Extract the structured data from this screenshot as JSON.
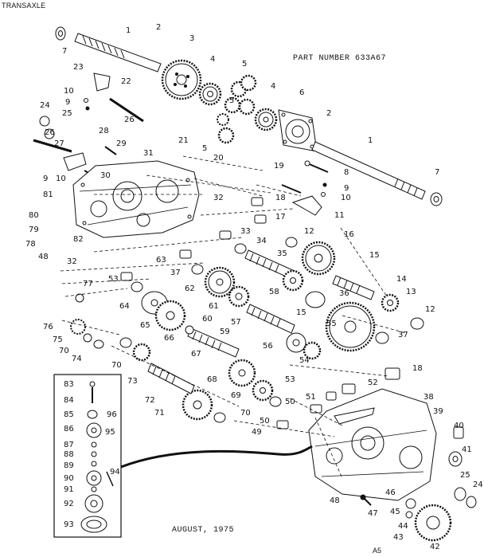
{
  "header": {
    "section_title": "TRANSAXLE",
    "part_number": "PART NUMBER 633A67"
  },
  "footer": {
    "date": "AUGUST, 1975",
    "page_code": "A5"
  },
  "callouts": {
    "c1a": "1",
    "c1b": "1",
    "c2a": "2",
    "c2b": "2",
    "c3": "3",
    "c4a": "4",
    "c4b": "4",
    "c5a": "5",
    "c5b": "5",
    "c5c": "5",
    "c6": "6",
    "c7a": "7",
    "c7b": "7",
    "c8": "8",
    "c9a": "9",
    "c9b": "9",
    "c9c": "9",
    "c10a": "10",
    "c10b": "10",
    "c10c": "10",
    "c11": "11",
    "c12a": "12",
    "c12b": "12",
    "c13": "13",
    "c14": "14",
    "c15a": "15",
    "c15b": "15",
    "c16": "16",
    "c17": "17",
    "c18a": "18",
    "c18b": "18",
    "c19": "19",
    "c20": "20",
    "c21": "21",
    "c22": "22",
    "c23": "23",
    "c24a": "24",
    "c24b": "24",
    "c25a": "25",
    "c25b": "25",
    "c26a": "26",
    "c26b": "26",
    "c27": "27",
    "c28": "28",
    "c29": "29",
    "c30": "30",
    "c31": "31",
    "c32a": "32",
    "c32b": "32",
    "c33": "33",
    "c34": "34",
    "c35": "35",
    "c36": "36",
    "c37a": "37",
    "c37b": "37",
    "c38": "38",
    "c39": "39",
    "c40": "40",
    "c41": "41",
    "c42": "42",
    "c43": "43",
    "c44": "44",
    "c45": "45",
    "c46": "46",
    "c47": "47",
    "c48a": "48",
    "c48b": "48",
    "c49": "49",
    "c50a": "50",
    "c50b": "50",
    "c51": "51",
    "c52": "52",
    "c53a": "53",
    "c53b": "53",
    "c54": "54",
    "c55": "55",
    "c56": "56",
    "c57": "57",
    "c58": "58",
    "c59": "59",
    "c60": "60",
    "c61": "61",
    "c62": "62",
    "c63": "63",
    "c64": "64",
    "c65": "65",
    "c66": "66",
    "c67": "67",
    "c68": "68",
    "c69": "69",
    "c70a": "70",
    "c70b": "70",
    "c70c": "70",
    "c71": "71",
    "c72": "72",
    "c73": "73",
    "c74": "74",
    "c75": "75",
    "c76": "76",
    "c77": "77",
    "c78": "78",
    "c79": "79",
    "c80": "80",
    "c81": "81",
    "c82": "82",
    "c83": "83",
    "c84": "84",
    "c85": "85",
    "c86": "86",
    "c87": "87",
    "c88": "88",
    "c89": "89",
    "c90": "90",
    "c91": "91",
    "c92": "92",
    "c93": "93",
    "c94": "94",
    "c95": "95",
    "c96": "96"
  }
}
